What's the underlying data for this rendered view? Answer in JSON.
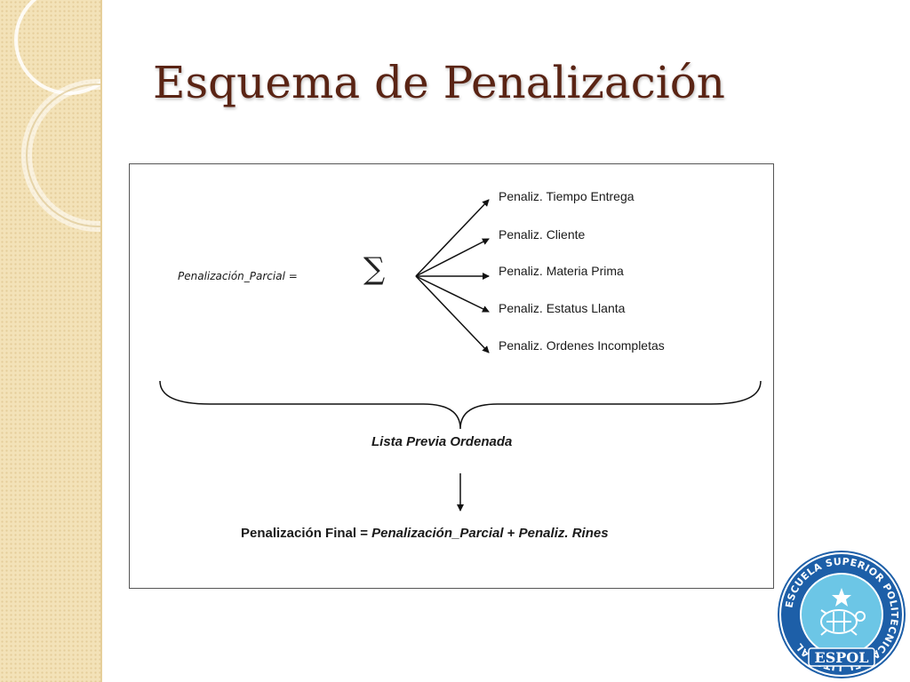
{
  "slide": {
    "title": "Esquema de Penalización"
  },
  "diagram": {
    "partial_label": "Penalización_Parcial =",
    "sigma_symbol": "∑",
    "items": [
      "Penaliz. Tiempo Entrega",
      "Penaliz. Cliente",
      "Penaliz. Materia Prima",
      "Penaliz. Estatus Llanta",
      "Penaliz. Ordenes  Incompletas"
    ],
    "list_label": "Lista Previa Ordenada",
    "final": {
      "prefix": "Penalización Final = ",
      "italic": "Penalización_Parcial",
      "plus": " + ",
      "suffix": "Penaliz. Rines"
    }
  },
  "seal": {
    "ring_text": "ESCUELA SUPERIOR POLITECNICA DEL LITORAL",
    "name": "ESPOL",
    "colors": {
      "ring": "#1d5fa8",
      "fill": "#6cc6e6",
      "text": "#ffffff"
    }
  },
  "colors": {
    "title": "#5a2414",
    "strip": "#f3e2b8"
  }
}
